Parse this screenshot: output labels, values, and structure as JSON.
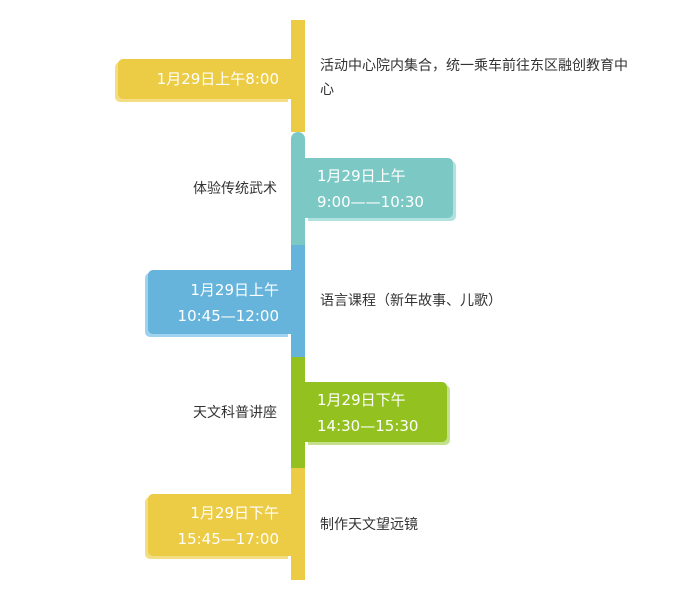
{
  "colors": {
    "yellow": "#ECCB45",
    "teal": "#7CC8C4",
    "blue": "#66B4DB",
    "green": "#93C11F"
  },
  "items": [
    {
      "time_line1": "1月29日上午8:00",
      "time_line2": "",
      "activity": "活动中心院内集合，统一乘车前往东区融创教育中心"
    },
    {
      "time_line1": "1月29日上午",
      "time_line2": "9:00——10:30",
      "activity": "体验传统武术"
    },
    {
      "time_line1": "1月29日上午",
      "time_line2": "10:45—12:00",
      "activity": "语言课程（新年故事、儿歌）"
    },
    {
      "time_line1": "1月29日下午",
      "time_line2": "14:30—15:30",
      "activity": "天文科普讲座"
    },
    {
      "time_line1": "1月29日下午",
      "time_line2": "15:45—17:00",
      "activity": "制作天文望远镜"
    }
  ]
}
